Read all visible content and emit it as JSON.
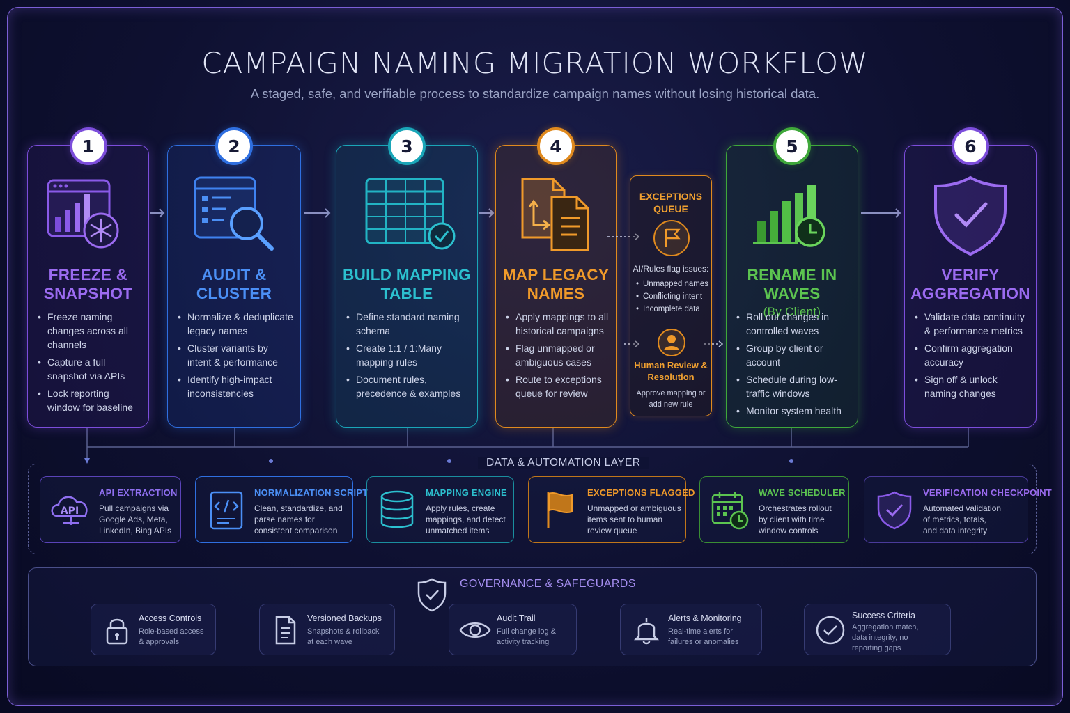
{
  "title": "CAMPAIGN NAMING MIGRATION WORKFLOW",
  "subtitle": "A staged, safe, and verifiable process to standardize campaign names without losing historical data.",
  "steps": [
    {
      "num": "1",
      "title_l1": "FREEZE &",
      "title_l2": "SNAPSHOT",
      "color": "#7c4ddb",
      "text_color": "#9b6bf0",
      "bullets": [
        "Freeze naming changes across all channels",
        "Capture a full snapshot via APIs",
        "Lock reporting window for baseline"
      ]
    },
    {
      "num": "2",
      "title_l1": "AUDIT &",
      "title_l2": "CLUSTER",
      "color": "#2f6fe0",
      "text_color": "#4b8ff5",
      "bullets": [
        "Normalize & deduplicate legacy names",
        "Cluster variants by intent & performance",
        "Identify high-impact inconsistencies"
      ]
    },
    {
      "num": "3",
      "title_l1": "BUILD MAPPING",
      "title_l2": "TABLE",
      "color": "#1aa6b8",
      "text_color": "#2cc0cf",
      "bullets": [
        "Define standard naming schema",
        "Create 1:1 / 1:Many mapping rules",
        "Document rules, precedence & examples"
      ]
    },
    {
      "num": "4",
      "title_l1": "MAP LEGACY",
      "title_l2": "NAMES",
      "color": "#e08a1e",
      "text_color": "#f09a2a",
      "bullets": [
        "Apply mappings to all historical campaigns",
        "Flag unmapped or ambiguous cases",
        "Route to exceptions queue for review"
      ]
    },
    {
      "num": "5",
      "title_l1": "RENAME IN WAVES",
      "title_l2": "(By Client)",
      "color": "#3fa83a",
      "text_color": "#5cc450",
      "bullets": [
        "Roll out changes in controlled waves",
        "Group by client or account",
        "Schedule during low-traffic windows",
        "Monitor system health"
      ]
    },
    {
      "num": "6",
      "title_l1": "VERIFY",
      "title_l2": "AGGREGATION",
      "color": "#7c4ddb",
      "text_color": "#9b6bf0",
      "bullets": [
        "Validate data continuity & performance metrics",
        "Confirm aggregation accuracy",
        "Sign off & unlock naming changes"
      ]
    }
  ],
  "exceptions": {
    "title": "EXCEPTIONS QUEUE",
    "lead": "AI/Rules flag issues:",
    "items": [
      "Unmapped names",
      "Conflicting intent",
      "Incomplete data"
    ],
    "review_title": "Human Review & Resolution",
    "review_desc": "Approve mapping or add new rule"
  },
  "layer": {
    "label": "DATA & AUTOMATION LAYER",
    "cards": [
      {
        "title": "API EXTRACTION",
        "desc": "Pull campaigns via\nGoogle Ads, Meta,\nLinkedIn, Bing APIs",
        "icon": "api-cloud-icon",
        "color": "#6a4bc8",
        "text_color": "#8f6ff0"
      },
      {
        "title": "NORMALIZATION SCRIPT",
        "desc": "Clean, standardize, and\nparse names for\nconsistent comparison",
        "icon": "code-file-icon",
        "color": "#2f6fe0",
        "text_color": "#4b8ff5"
      },
      {
        "title": "MAPPING ENGINE",
        "desc": "Apply rules, create\nmappings, and detect\nunmatched items",
        "icon": "database-icon",
        "color": "#1aa6b8",
        "text_color": "#2cc0cf"
      },
      {
        "title": "EXCEPTIONS FLAGGED",
        "desc": "Unmapped or ambiguous\nitems sent to human\nreview queue",
        "icon": "flag-icon",
        "color": "#e08a1e",
        "text_color": "#f09a2a"
      },
      {
        "title": "WAVE SCHEDULER",
        "desc": "Orchestrates rollout\nby client with time\nwindow controls",
        "icon": "calendar-clock-icon",
        "color": "#3fa83a",
        "text_color": "#5cc450"
      },
      {
        "title": "VERIFICATION CHECKPOINT",
        "desc": "Automated validation\nof metrics, totals,\nand data integrity",
        "icon": "shield-check-icon",
        "color": "#5a3fb0",
        "text_color": "#9b6bf0"
      }
    ]
  },
  "governance": {
    "title": "GOVERNANCE & SAFEGUARDS",
    "cards": [
      {
        "title": "Access Controls",
        "desc": "Role-based access\n& approvals",
        "icon": "lock-icon"
      },
      {
        "title": "Versioned Backups",
        "desc": "Snapshots & rollback\nat each wave",
        "icon": "document-icon"
      },
      {
        "title": "Audit Trail",
        "desc": "Full change log &\nactivity tracking",
        "icon": "eye-icon"
      },
      {
        "title": "Alerts & Monitoring",
        "desc": "Real-time alerts for\nfailures or anomalies",
        "icon": "bell-icon"
      },
      {
        "title": "Success Criteria",
        "desc": "Aggregation match,\ndata integrity, no\nreporting gaps",
        "icon": "check-circle-icon"
      }
    ]
  }
}
